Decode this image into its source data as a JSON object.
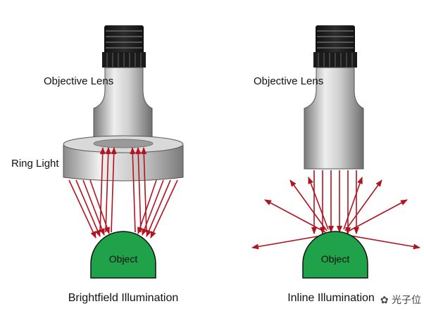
{
  "left": {
    "lens_label": "Objective Lens",
    "ring_label": "Ring Light",
    "object_label": "Object",
    "caption": "Brightfield Illumination"
  },
  "right": {
    "lens_label": "Objective Lens",
    "object_label": "Object",
    "caption": "Inline Illumination"
  },
  "watermark": "光子位",
  "colors": {
    "ray": "#b3121f",
    "object": "#1fa24a",
    "metal_dark": "#7d7d7d",
    "metal_light": "#e6e6e6"
  }
}
